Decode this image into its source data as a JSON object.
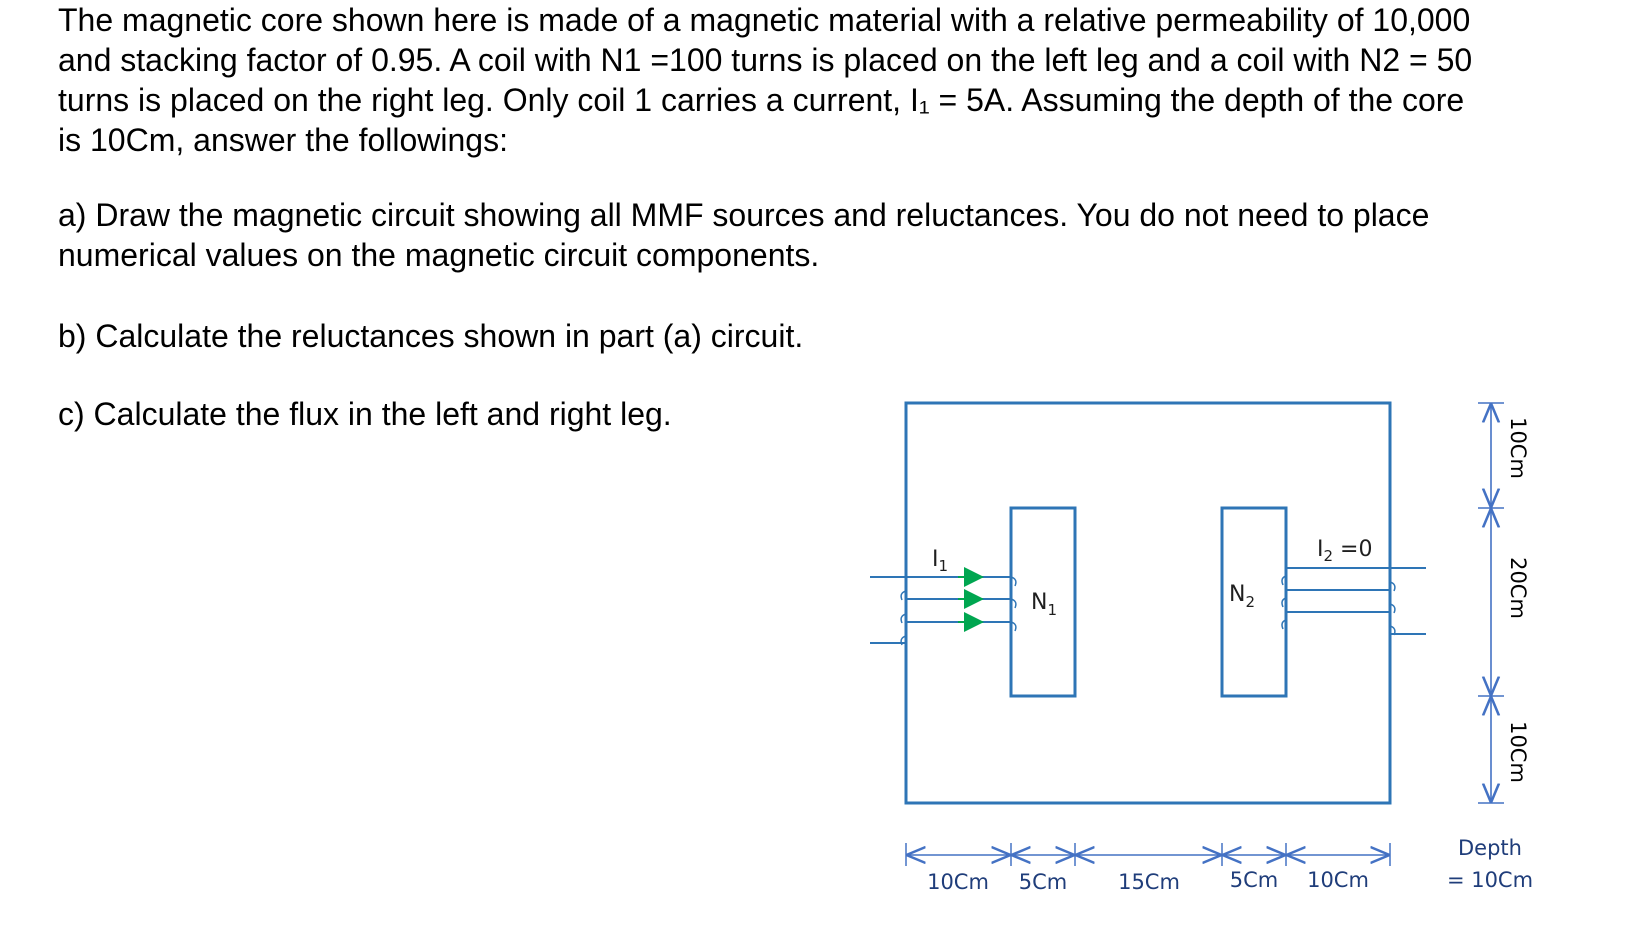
{
  "problem": {
    "intro_line1": "The magnetic core shown here is made of a magnetic material with a relative permeability of 10,000",
    "intro_line2": "and stacking factor of 0.95. A coil with N1 =100 turns  is placed on the left leg and a coil with N2 = 50",
    "intro_line3": "turns is placed on the right leg. Only coil 1 carries a current, I₁ = 5A. Assuming the depth of the core",
    "intro_line4": "is 10Cm, answer the followings:",
    "part_a_line1": "a) Draw the magnetic circuit showing all MMF sources and reluctances. You do not need to place",
    "part_a_line2": "numerical values on the magnetic circuit components.",
    "part_b": "b) Calculate the reluctances shown in part (a) circuit.",
    "part_c": "c) Calculate the flux in the left and right leg."
  },
  "diagram": {
    "coil1_current": "I",
    "coil1_current_sub": "1",
    "coil1_turns": "N",
    "coil1_turns_sub": "1",
    "coil2_turns": "N",
    "coil2_turns_sub": "2",
    "coil2_current": "I",
    "coil2_current_sub": "2",
    "coil2_current_value": " =0",
    "dim_bottom": [
      "10Cm",
      "5Cm",
      "15Cm",
      "5Cm",
      "10Cm"
    ],
    "dim_right": [
      "10Cm",
      "20Cm",
      "10Cm"
    ],
    "depth_line1": "Depth",
    "depth_line2": "= 10Cm",
    "core_color": "#2e75b6",
    "arrow_color": "#00a650",
    "dim_color": "#4472c4"
  }
}
